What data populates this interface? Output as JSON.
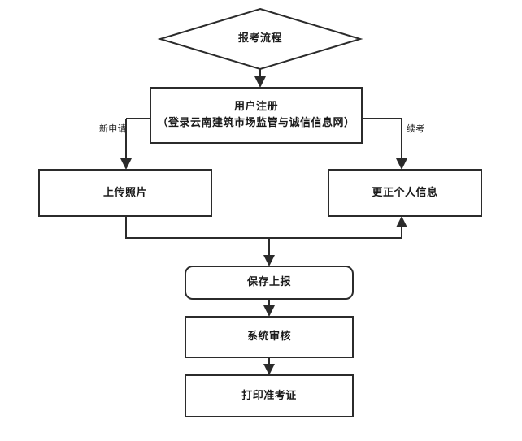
{
  "diagram": {
    "title": "报考流程",
    "type": "flowchart",
    "orientation": "top-to-bottom",
    "colors": {
      "stroke": "#2b2b2b",
      "fill": "#ffffff",
      "text": "#1a1a1a",
      "background": "#ffffff"
    },
    "nodes": [
      {
        "id": "start",
        "shape": "diamond",
        "label": "报考流程"
      },
      {
        "id": "register",
        "shape": "rectangle",
        "label": "用户注册\n（登录云南建筑市场监管与诚信信息网）"
      },
      {
        "id": "upload_photo",
        "shape": "rectangle",
        "label": "上传照片"
      },
      {
        "id": "correct_info",
        "shape": "rectangle",
        "label": "更正个人信息"
      },
      {
        "id": "save_submit",
        "shape": "rounded-rectangle",
        "label": "保存上报"
      },
      {
        "id": "system_review",
        "shape": "rectangle",
        "label": "系统审核"
      },
      {
        "id": "print_ticket",
        "shape": "rectangle",
        "label": "打印准考证"
      }
    ],
    "edges": [
      {
        "id": "e1",
        "from": "start",
        "to": "register",
        "label": ""
      },
      {
        "id": "e2",
        "from": "register",
        "to": "upload_photo",
        "label": "新申请"
      },
      {
        "id": "e3",
        "from": "register",
        "to": "correct_info",
        "label": "续考"
      },
      {
        "id": "e4",
        "from": "upload_photo",
        "to": "save_submit",
        "label": ""
      },
      {
        "id": "e5",
        "from": "upload_photo",
        "to": "correct_info",
        "label": ""
      },
      {
        "id": "e6",
        "from": "save_submit",
        "to": "system_review",
        "label": ""
      },
      {
        "id": "e7",
        "from": "system_review",
        "to": "print_ticket",
        "label": ""
      }
    ]
  }
}
